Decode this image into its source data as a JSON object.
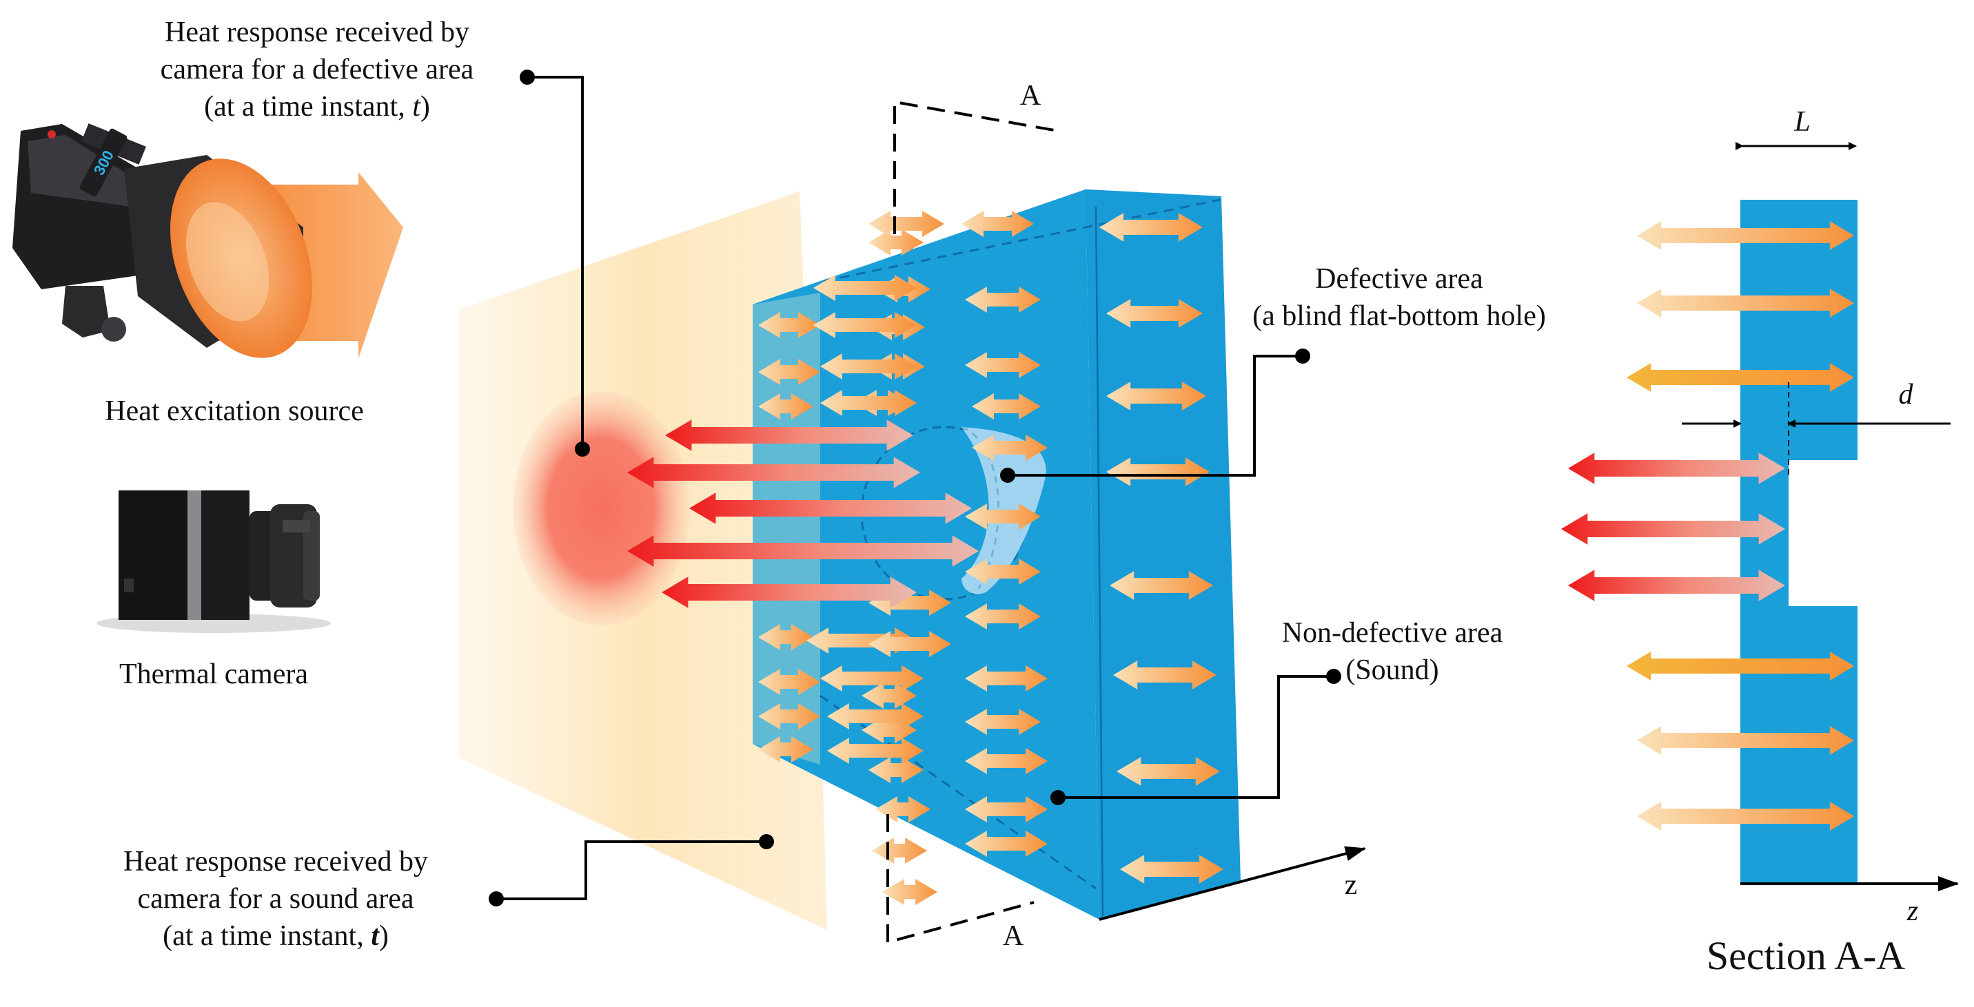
{
  "labels": {
    "defective_response": {
      "line1": "Heat response received by",
      "line2": "camera for a defective area",
      "line3_pre": "(at a time instant, ",
      "line3_var": "t",
      "line3_post": ")"
    },
    "heat_source": "Heat excitation source",
    "thermal_camera": "Thermal camera",
    "sound_response": {
      "line1": "Heat response received by",
      "line2": "camera for a sound area",
      "line3_pre": "(at a time instant, ",
      "line3_var": "t",
      "line3_post": ")"
    },
    "defective_area": {
      "line1": "Defective area",
      "line2": "(a blind flat-bottom hole)"
    },
    "non_defective_area": {
      "line1": "Non-defective area",
      "line2": "(Sound)"
    },
    "section_marker_top": "A",
    "section_marker_bottom": "A",
    "axis_z_main": "z",
    "dim_L": "L",
    "dim_d": "d",
    "axis_z_section": "z",
    "section_title": "Section A-A"
  },
  "camera_badge": "300",
  "colors": {
    "plate_blue": "#1b9fd9",
    "plate_blue_dark": "#1688c0",
    "hot_red": "#ee1c1c",
    "warm_orange": "#f6953a",
    "cool_cream": "#f7dcae",
    "response_zone": "#fde9c2"
  },
  "icons": [
    "flash-lamp-icon",
    "thermal-camera-icon"
  ]
}
